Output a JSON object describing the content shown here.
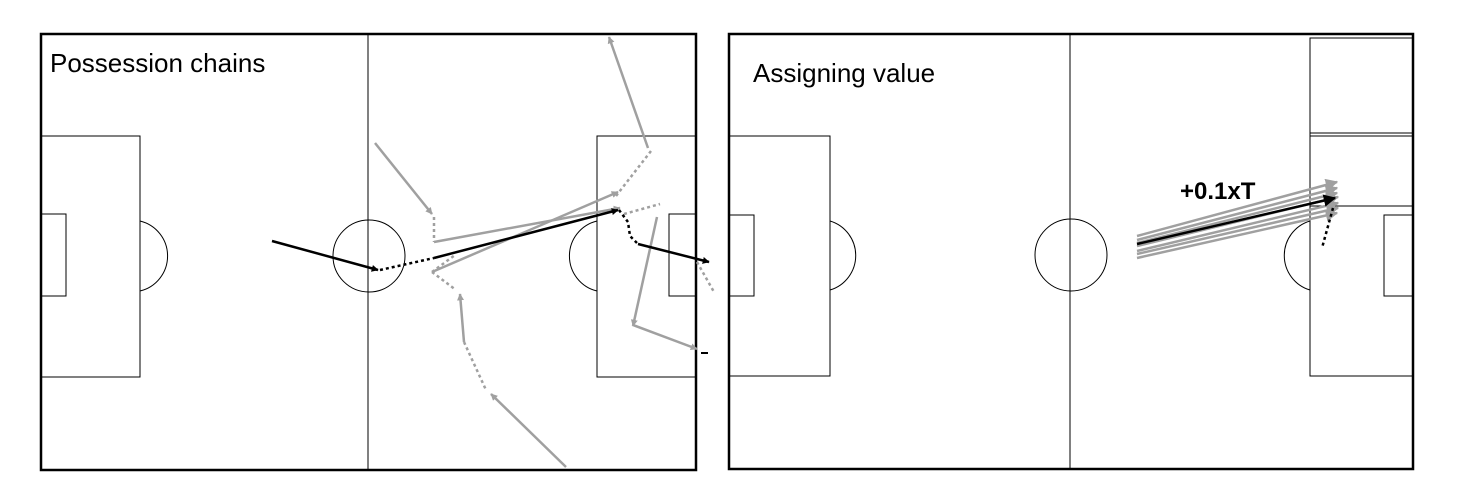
{
  "panels": [
    {
      "title": "Possession chains"
    },
    {
      "title": "Assigning value",
      "annotation": "+0.1xT"
    }
  ],
  "colors": {
    "primary_action": "#000000",
    "other_actions": "#a0a0a0",
    "pitch_lines": "#000000"
  }
}
